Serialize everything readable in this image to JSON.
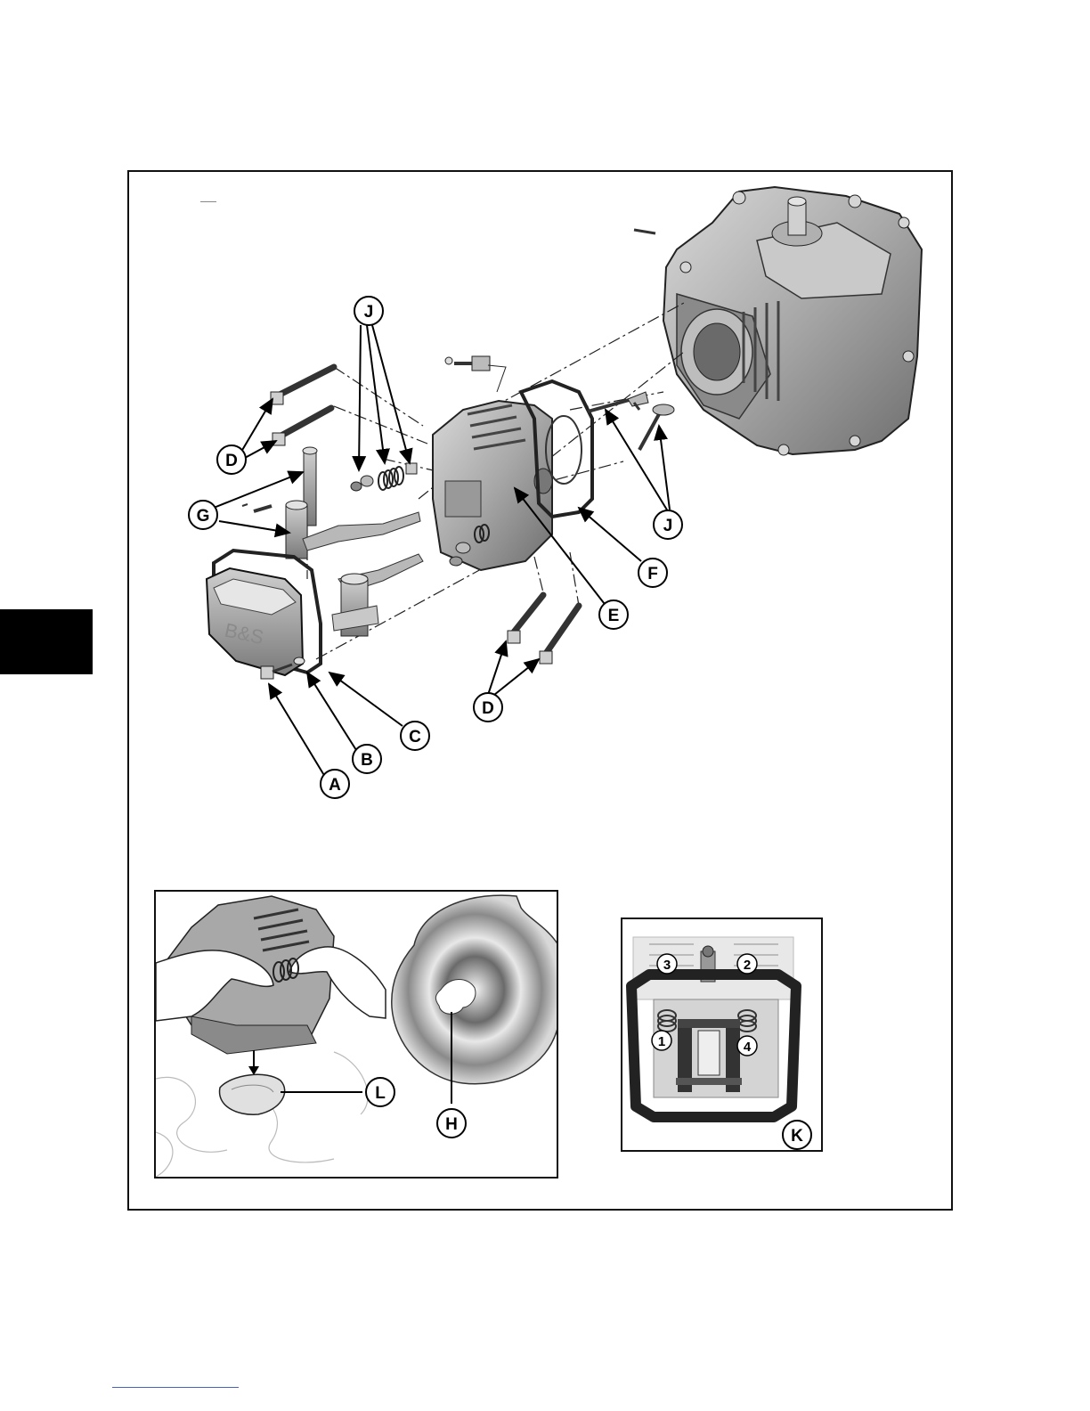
{
  "callouts": {
    "A": "A",
    "B": "B",
    "C": "C",
    "D": "D",
    "E": "E",
    "F": "F",
    "G": "G",
    "H": "H",
    "J": "J",
    "K": "K",
    "L": "L"
  },
  "valve_positions": {
    "one": "1",
    "two": "2",
    "three": "3",
    "four": "4"
  },
  "cover_logo": "B&S"
}
